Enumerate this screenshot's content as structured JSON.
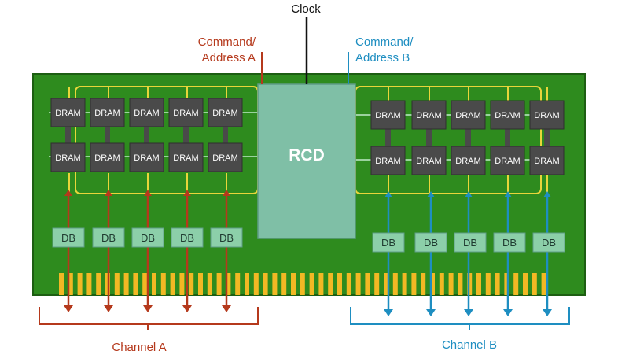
{
  "labels": {
    "clock": "Clock",
    "cmd_a_line1": "Command/",
    "cmd_a_line2": "Address A",
    "cmd_b_line1": "Command/",
    "cmd_b_line2": "Address B",
    "rcd": "RCD",
    "channel_a": "Channel A",
    "channel_b": "Channel B"
  },
  "channel_a": {
    "dram_top": [
      "DRAM",
      "DRAM",
      "DRAM",
      "DRAM",
      "DRAM"
    ],
    "dram_bottom": [
      "DRAM",
      "DRAM",
      "DRAM",
      "DRAM",
      "DRAM"
    ],
    "db": [
      "DB",
      "DB",
      "DB",
      "DB",
      "DB"
    ]
  },
  "channel_b": {
    "dram_top": [
      "DRAM",
      "DRAM",
      "DRAM",
      "DRAM",
      "DRAM"
    ],
    "dram_bottom": [
      "DRAM",
      "DRAM",
      "DRAM",
      "DRAM",
      "DRAM"
    ],
    "db": [
      "DB",
      "DB",
      "DB",
      "DB",
      "DB"
    ]
  },
  "colors": {
    "board": "#2e8b1e",
    "board_border": "#1d5e12",
    "trace": "#e8d53a",
    "dram": "#4a4a4a",
    "rcd": "#7fbfa6",
    "db": "#8ccfa9",
    "pins": "#f2b824",
    "channel_a": "#b5391c",
    "channel_b": "#1e8ec1",
    "clock_line": "#111111"
  }
}
